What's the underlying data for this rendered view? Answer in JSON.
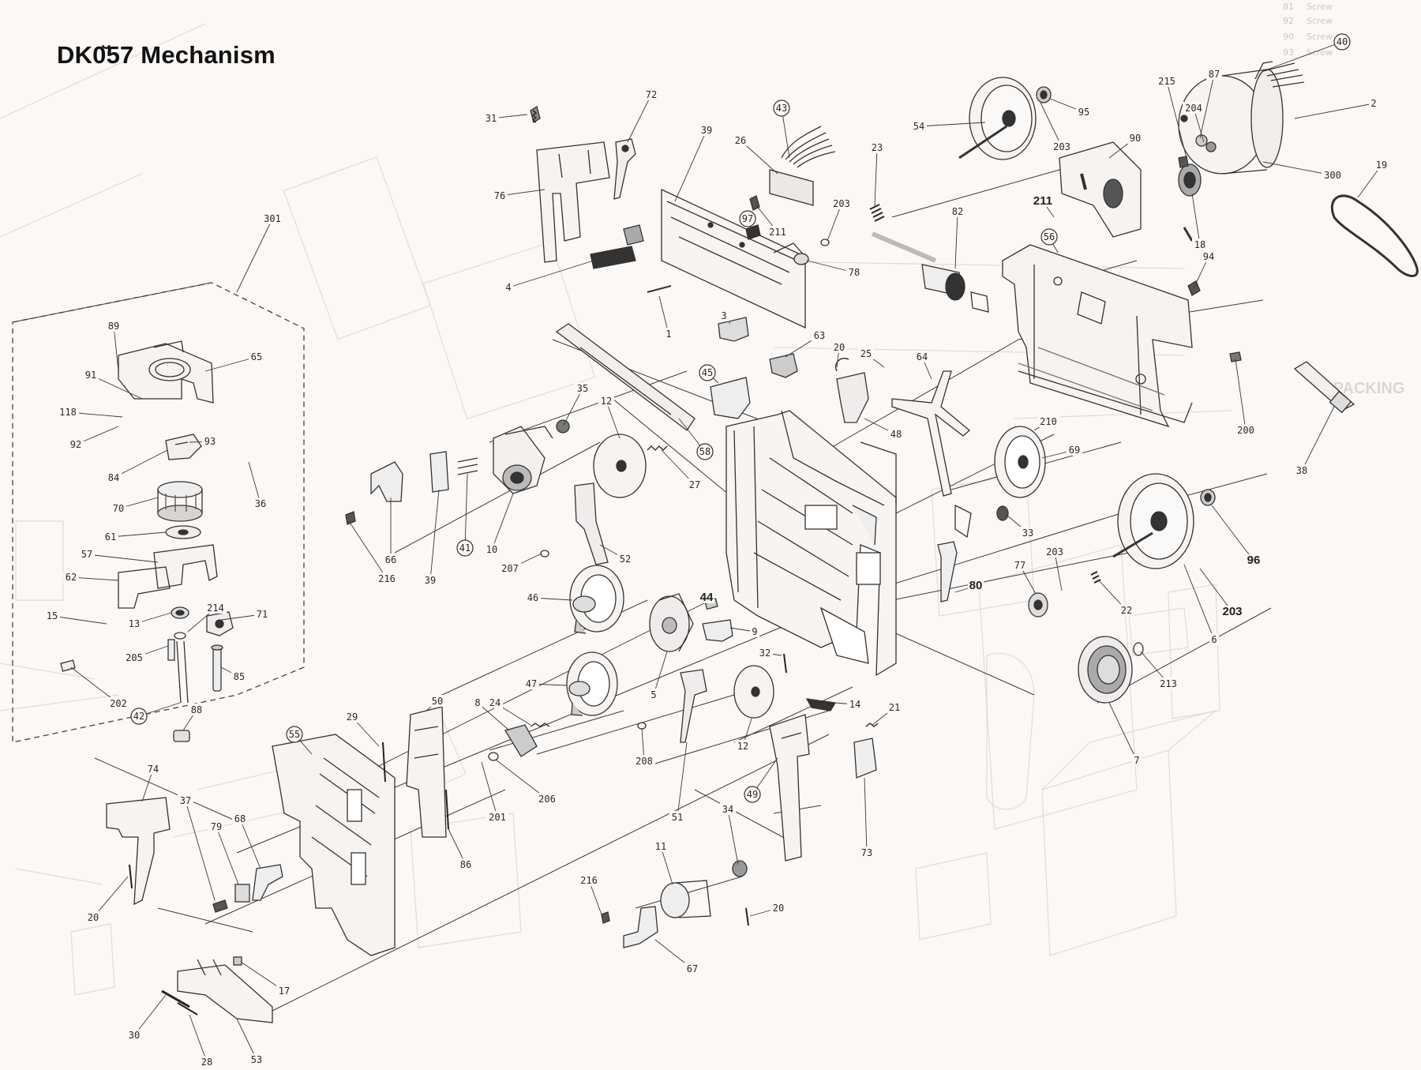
{
  "title": "DK0̆57 Mechanism",
  "background_color": "#fbf8f6",
  "ink_color": "#3a3a3a",
  "callouts": [
    {
      "id": "c301",
      "text": "301",
      "circled": false
    },
    {
      "id": "c31",
      "text": "31",
      "circled": false
    },
    {
      "id": "c72",
      "text": "72",
      "circled": false
    },
    {
      "id": "c76",
      "text": "76",
      "circled": false
    },
    {
      "id": "c4",
      "text": "4",
      "circled": false
    },
    {
      "id": "c39a",
      "text": "39",
      "circled": false
    },
    {
      "id": "c43",
      "text": "43",
      "circled": true
    },
    {
      "id": "c26",
      "text": "26",
      "circled": false
    },
    {
      "id": "c97",
      "text": "97",
      "circled": true
    },
    {
      "id": "c211a",
      "text": "211",
      "circled": false
    },
    {
      "id": "c203a",
      "text": "203",
      "circled": false
    },
    {
      "id": "c23",
      "text": "23",
      "circled": false
    },
    {
      "id": "c78",
      "text": "78",
      "circled": false
    },
    {
      "id": "c1",
      "text": "1",
      "circled": false
    },
    {
      "id": "c3",
      "text": "3",
      "circled": false
    },
    {
      "id": "c82",
      "text": "82",
      "circled": false
    },
    {
      "id": "c54",
      "text": "54",
      "circled": false
    },
    {
      "id": "c95",
      "text": "95",
      "circled": false
    },
    {
      "id": "c203b",
      "text": "203",
      "circled": false
    },
    {
      "id": "c90",
      "text": "90",
      "circled": false
    },
    {
      "id": "c211b",
      "text": "211",
      "circled": false
    },
    {
      "id": "c56",
      "text": "56",
      "circled": true
    },
    {
      "id": "c215",
      "text": "215",
      "circled": false
    },
    {
      "id": "c87",
      "text": "87",
      "circled": false
    },
    {
      "id": "c204",
      "text": "204",
      "circled": false
    },
    {
      "id": "c40",
      "text": "40",
      "circled": true
    },
    {
      "id": "c2",
      "text": "2",
      "circled": false
    },
    {
      "id": "c300",
      "text": "300",
      "circled": false
    },
    {
      "id": "c19",
      "text": "19",
      "circled": false
    },
    {
      "id": "c18",
      "text": "18",
      "circled": false
    },
    {
      "id": "c94",
      "text": "94",
      "circled": false
    },
    {
      "id": "c200",
      "text": "200",
      "circled": false
    },
    {
      "id": "c38",
      "text": "38",
      "circled": false
    },
    {
      "id": "c89",
      "text": "89",
      "circled": false
    },
    {
      "id": "c65",
      "text": "65",
      "circled": false
    },
    {
      "id": "c91",
      "text": "91",
      "circled": false
    },
    {
      "id": "c118",
      "text": "118",
      "circled": false
    },
    {
      "id": "c92",
      "text": "92",
      "circled": false
    },
    {
      "id": "c93",
      "text": "93",
      "circled": false
    },
    {
      "id": "c84",
      "text": "84",
      "circled": false
    },
    {
      "id": "c36",
      "text": "36",
      "circled": false
    },
    {
      "id": "c70",
      "text": "70",
      "circled": false
    },
    {
      "id": "c61",
      "text": "61",
      "circled": false
    },
    {
      "id": "c57",
      "text": "57",
      "circled": false
    },
    {
      "id": "c62",
      "text": "62",
      "circled": false
    },
    {
      "id": "c15",
      "text": "15",
      "circled": false
    },
    {
      "id": "c214",
      "text": "214",
      "circled": false
    },
    {
      "id": "c71",
      "text": "71",
      "circled": false
    },
    {
      "id": "c13",
      "text": "13",
      "circled": false
    },
    {
      "id": "c205",
      "text": "205",
      "circled": false
    },
    {
      "id": "c85",
      "text": "85",
      "circled": false
    },
    {
      "id": "c202",
      "text": "202",
      "circled": false
    },
    {
      "id": "c42",
      "text": "42",
      "circled": true
    },
    {
      "id": "c88",
      "text": "88",
      "circled": false
    },
    {
      "id": "c216a",
      "text": "216",
      "circled": false
    },
    {
      "id": "c66",
      "text": "66",
      "circled": false
    },
    {
      "id": "c39b",
      "text": "39",
      "circled": false
    },
    {
      "id": "c41",
      "text": "41",
      "circled": true
    },
    {
      "id": "c35",
      "text": "35",
      "circled": false
    },
    {
      "id": "c12a",
      "text": "12",
      "circled": false
    },
    {
      "id": "c27",
      "text": "27",
      "circled": false
    },
    {
      "id": "c10",
      "text": "10",
      "circled": false
    },
    {
      "id": "c207",
      "text": "207",
      "circled": false
    },
    {
      "id": "c52",
      "text": "52",
      "circled": false
    },
    {
      "id": "c58",
      "text": "58",
      "circled": true
    },
    {
      "id": "c45",
      "text": "45",
      "circled": true
    },
    {
      "id": "c63",
      "text": "63",
      "circled": false
    },
    {
      "id": "c20a",
      "text": "20",
      "circled": false
    },
    {
      "id": "c25",
      "text": "25",
      "circled": false
    },
    {
      "id": "c64",
      "text": "64",
      "circled": false
    },
    {
      "id": "c48",
      "text": "48",
      "circled": false
    },
    {
      "id": "c210",
      "text": "210",
      "circled": false
    },
    {
      "id": "c69",
      "text": "69",
      "circled": false
    },
    {
      "id": "c33",
      "text": "33",
      "circled": false
    },
    {
      "id": "c46",
      "text": "46",
      "circled": false
    },
    {
      "id": "c44",
      "text": "44",
      "circled": false
    },
    {
      "id": "c9",
      "text": "9",
      "circled": false
    },
    {
      "id": "c5",
      "text": "5",
      "circled": false
    },
    {
      "id": "c47",
      "text": "47",
      "circled": false
    },
    {
      "id": "c80",
      "text": "80",
      "circled": false
    },
    {
      "id": "c77",
      "text": "77",
      "circled": false
    },
    {
      "id": "c203c",
      "text": "203",
      "circled": false
    },
    {
      "id": "c22",
      "text": "22",
      "circled": false
    },
    {
      "id": "c96",
      "text": "96",
      "circled": false
    },
    {
      "id": "c203d",
      "text": "203",
      "circled": false
    },
    {
      "id": "c6",
      "text": "6",
      "circled": false
    },
    {
      "id": "c213",
      "text": "213",
      "circled": false
    },
    {
      "id": "c7",
      "text": "7",
      "circled": false
    },
    {
      "id": "c32",
      "text": "32",
      "circled": false
    },
    {
      "id": "c14",
      "text": "14",
      "circled": false
    },
    {
      "id": "c21",
      "text": "21",
      "circled": false
    },
    {
      "id": "c12b",
      "text": "12",
      "circled": false
    },
    {
      "id": "c73",
      "text": "73",
      "circled": false
    },
    {
      "id": "c8",
      "text": "8",
      "circled": false
    },
    {
      "id": "c24",
      "text": "24",
      "circled": false
    },
    {
      "id": "c208",
      "text": "208",
      "circled": false
    },
    {
      "id": "c51",
      "text": "51",
      "circled": false
    },
    {
      "id": "c206",
      "text": "206",
      "circled": false
    },
    {
      "id": "c201",
      "text": "201",
      "circled": false
    },
    {
      "id": "c55",
      "text": "55",
      "circled": true
    },
    {
      "id": "c29",
      "text": "29",
      "circled": false
    },
    {
      "id": "c50",
      "text": "50",
      "circled": false
    },
    {
      "id": "c86",
      "text": "86",
      "circled": false
    },
    {
      "id": "c74",
      "text": "74",
      "circled": false
    },
    {
      "id": "c37",
      "text": "37",
      "circled": false
    },
    {
      "id": "c79",
      "text": "79",
      "circled": false
    },
    {
      "id": "c68",
      "text": "68",
      "circled": false
    },
    {
      "id": "c20b",
      "text": "20",
      "circled": false
    },
    {
      "id": "c17",
      "text": "17",
      "circled": false
    },
    {
      "id": "c30",
      "text": "30",
      "circled": false
    },
    {
      "id": "c28",
      "text": "28",
      "circled": false
    },
    {
      "id": "c53",
      "text": "53",
      "circled": false
    },
    {
      "id": "c49",
      "text": "49",
      "circled": true
    },
    {
      "id": "c34",
      "text": "34",
      "circled": false
    },
    {
      "id": "c11",
      "text": "11",
      "circled": false
    },
    {
      "id": "c216b",
      "text": "216",
      "circled": false
    },
    {
      "id": "c67",
      "text": "67",
      "circled": false
    },
    {
      "id": "c20c",
      "text": "20",
      "circled": false
    }
  ],
  "faint_texts": [
    "2.PACKING",
    "81",
    "92",
    "90",
    "93",
    "Screw",
    "Screw",
    "Screw",
    "Screw"
  ]
}
